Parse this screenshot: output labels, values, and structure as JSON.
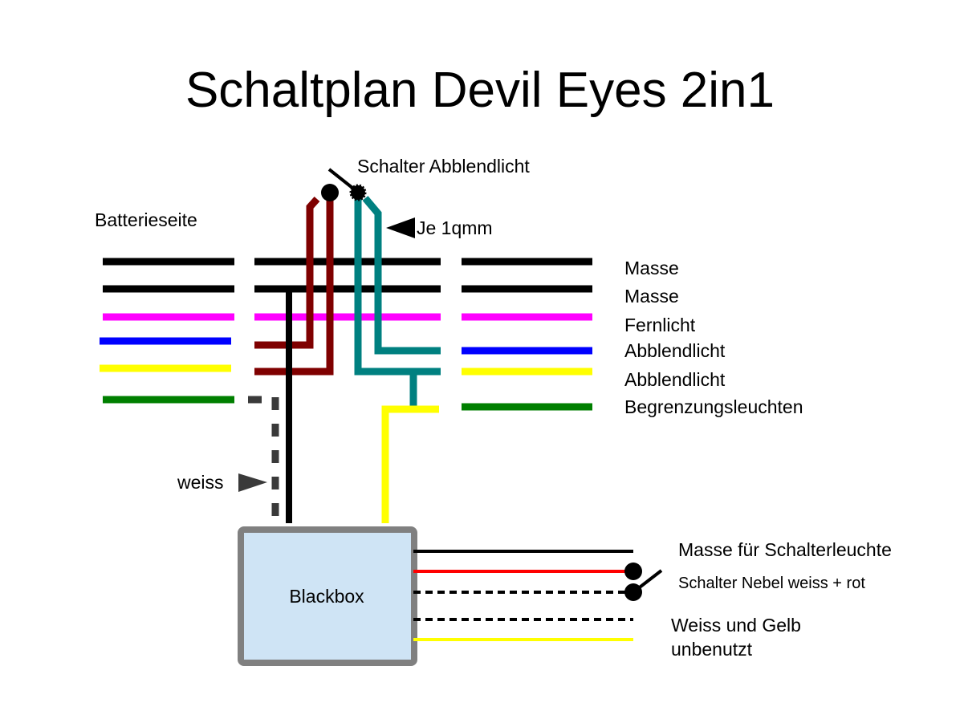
{
  "title": "Schaltplan Devil Eyes 2in1",
  "labels": {
    "battery_side": "Batterieseite",
    "switch_low_beam": "Schalter Abblendlicht",
    "wire_gauge": "Je 1qmm",
    "white_wire": "weiss",
    "blackbox": "Blackbox"
  },
  "wires": [
    {
      "name": "Masse",
      "color": "#000000"
    },
    {
      "name": "Masse",
      "color": "#000000"
    },
    {
      "name": "Fernlicht",
      "color": "#ff00ff"
    },
    {
      "name": "Abblendlicht",
      "color": "#0000ff"
    },
    {
      "name": "Abblendlicht",
      "color": "#ffff00"
    },
    {
      "name": "Begrenzungsleuchten",
      "color": "#007f00"
    }
  ],
  "blackbox_outputs": [
    {
      "label": "Masse für Schalterleuchte",
      "color": "#000000",
      "style": "solid"
    },
    {
      "label": "Schalter Nebel weiss + rot",
      "color": "#ff0000",
      "style": "solid"
    },
    {
      "label": "",
      "color": "#000000",
      "style": "dashed"
    },
    {
      "label": "Weiss und Gelb",
      "color": "#000000",
      "style": "dashed"
    },
    {
      "label": "unbenutzt",
      "color": "#ffff00",
      "style": "solid"
    }
  ],
  "colors": {
    "dark_red": "#7f0000",
    "teal": "#008080",
    "dark_gray": "#3a3a3a",
    "box_fill": "#cfe4f5",
    "box_border": "#808080"
  }
}
